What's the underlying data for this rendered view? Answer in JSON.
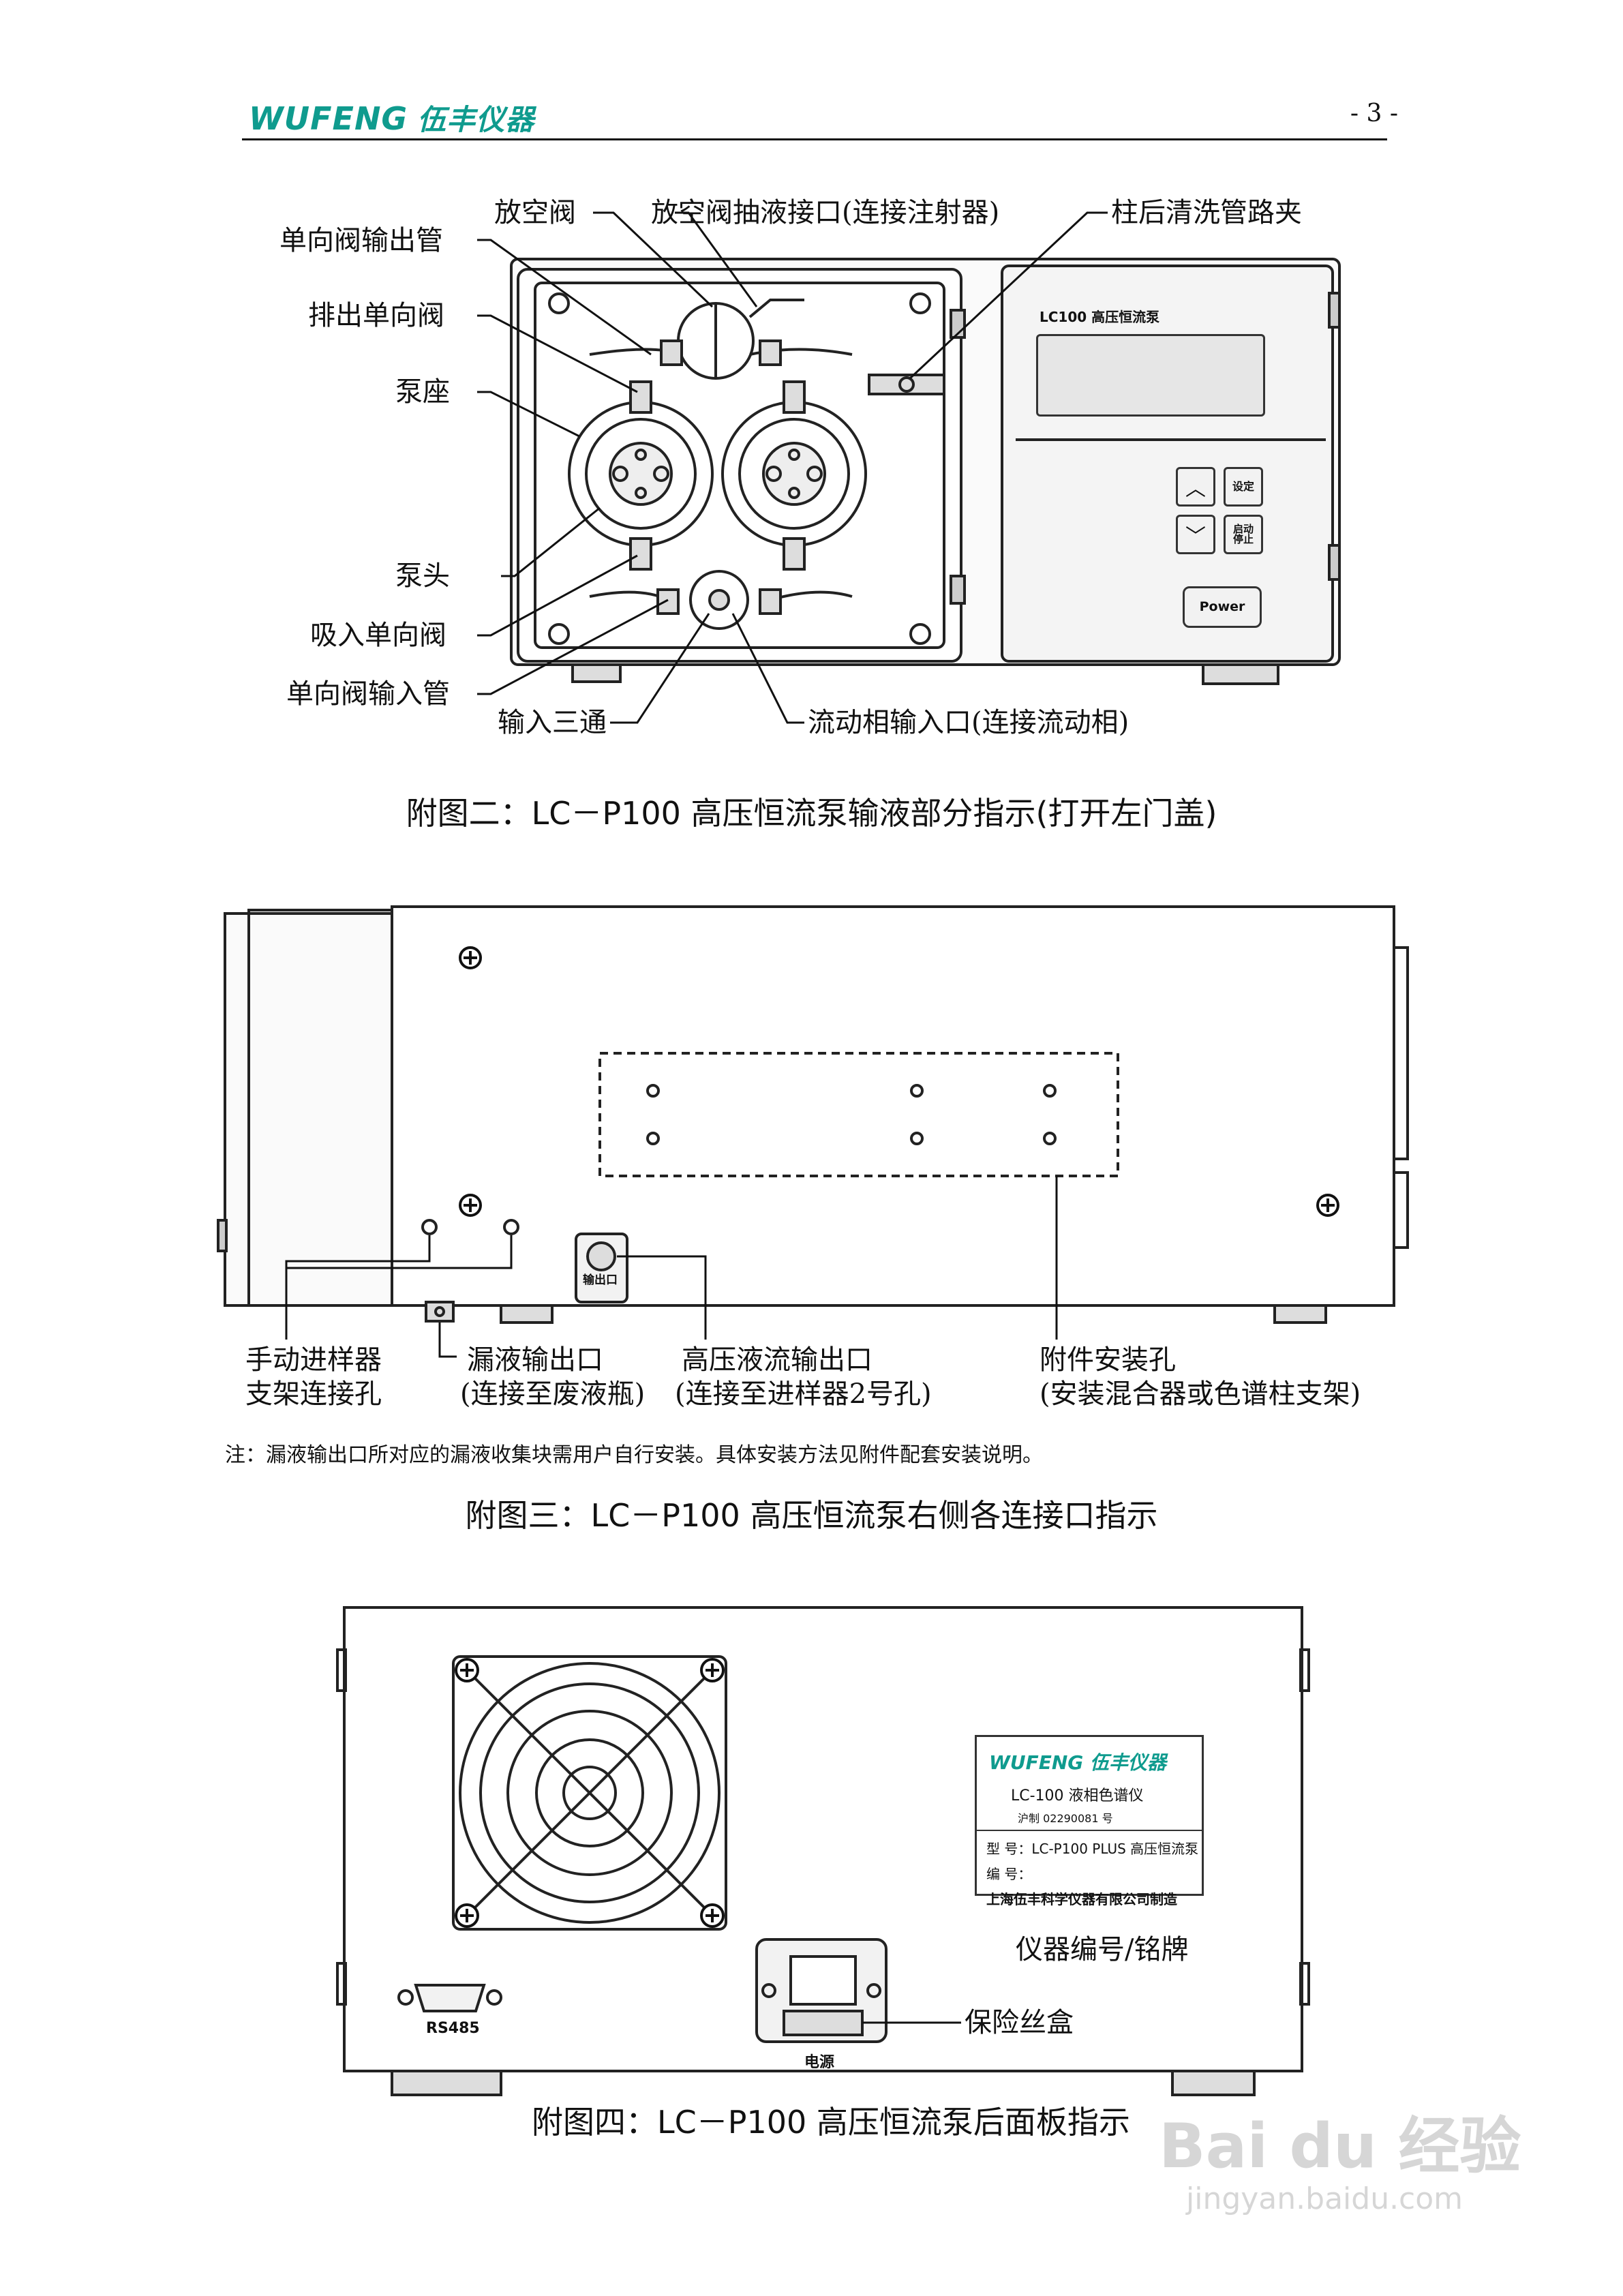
{
  "header": {
    "logo_en": "WUFENG",
    "logo_cn": "伍丰仪器",
    "page_number": "- 3 -"
  },
  "figure2": {
    "panel_title": "LC100  高压恒流泵",
    "power_label": "Power",
    "btn_set": "设定",
    "btn_start": "启动",
    "btn_stop": "停止",
    "labels": {
      "vent_valve": "放空阀",
      "vent_port": "放空阀抽液接口(连接注射器)",
      "clamp": "柱后清洗管路夹",
      "check_out_tube": "单向阀输出管",
      "discharge_check": "排出单向阀",
      "pump_seat": "泵座",
      "pump_head": "泵头",
      "suction_check": "吸入单向阀",
      "check_in_tube": "单向阀输入管",
      "tee": "输入三通",
      "mobile_inlet": "流动相输入口(连接流动相)"
    },
    "caption": "附图二：LC－P100 高压恒流泵输液部分指示(打开左门盖)"
  },
  "figure3": {
    "outlet_tag": "输出口",
    "labels": {
      "manual_injector_1": "手动进样器",
      "manual_injector_2": "支架连接孔",
      "leak_outlet_1": "漏液输出口",
      "leak_outlet_2": "(连接至废液瓶)",
      "hp_outlet_1": "高压液流输出口",
      "hp_outlet_2": "(连接至进样器2号孔)",
      "accessory_1": "附件安装孔",
      "accessory_2": "(安装混合器或色谱柱支架)"
    },
    "note": "注：漏液输出口所对应的漏液收集块需用户自行安装。具体安装方法见附件配套安装说明。",
    "caption": "附图三：LC－P100 高压恒流泵右侧各连接口指示"
  },
  "figure4": {
    "nameplate": {
      "logo_en": "WUFENG",
      "logo_cn": "伍丰仪器",
      "model_line": "LC-100  液相色谱仪",
      "cert_line": "沪制 02290081 号",
      "type_line": "型  号：LC-P100 PLUS 高压恒流泵",
      "serial_line": "编  号：",
      "maker_line": "上海伍丰科学仪器有限公司制造"
    },
    "rs485": "RS485",
    "power_tag": "电源",
    "labels": {
      "serial_plate": "仪器编号/铭牌",
      "fuse_box": "保险丝盒"
    },
    "caption": "附图四：LC－P100 高压恒流泵后面板指示"
  },
  "watermark": {
    "line1": "Bai du 经验",
    "line2": "jingyan.baidu.com"
  }
}
